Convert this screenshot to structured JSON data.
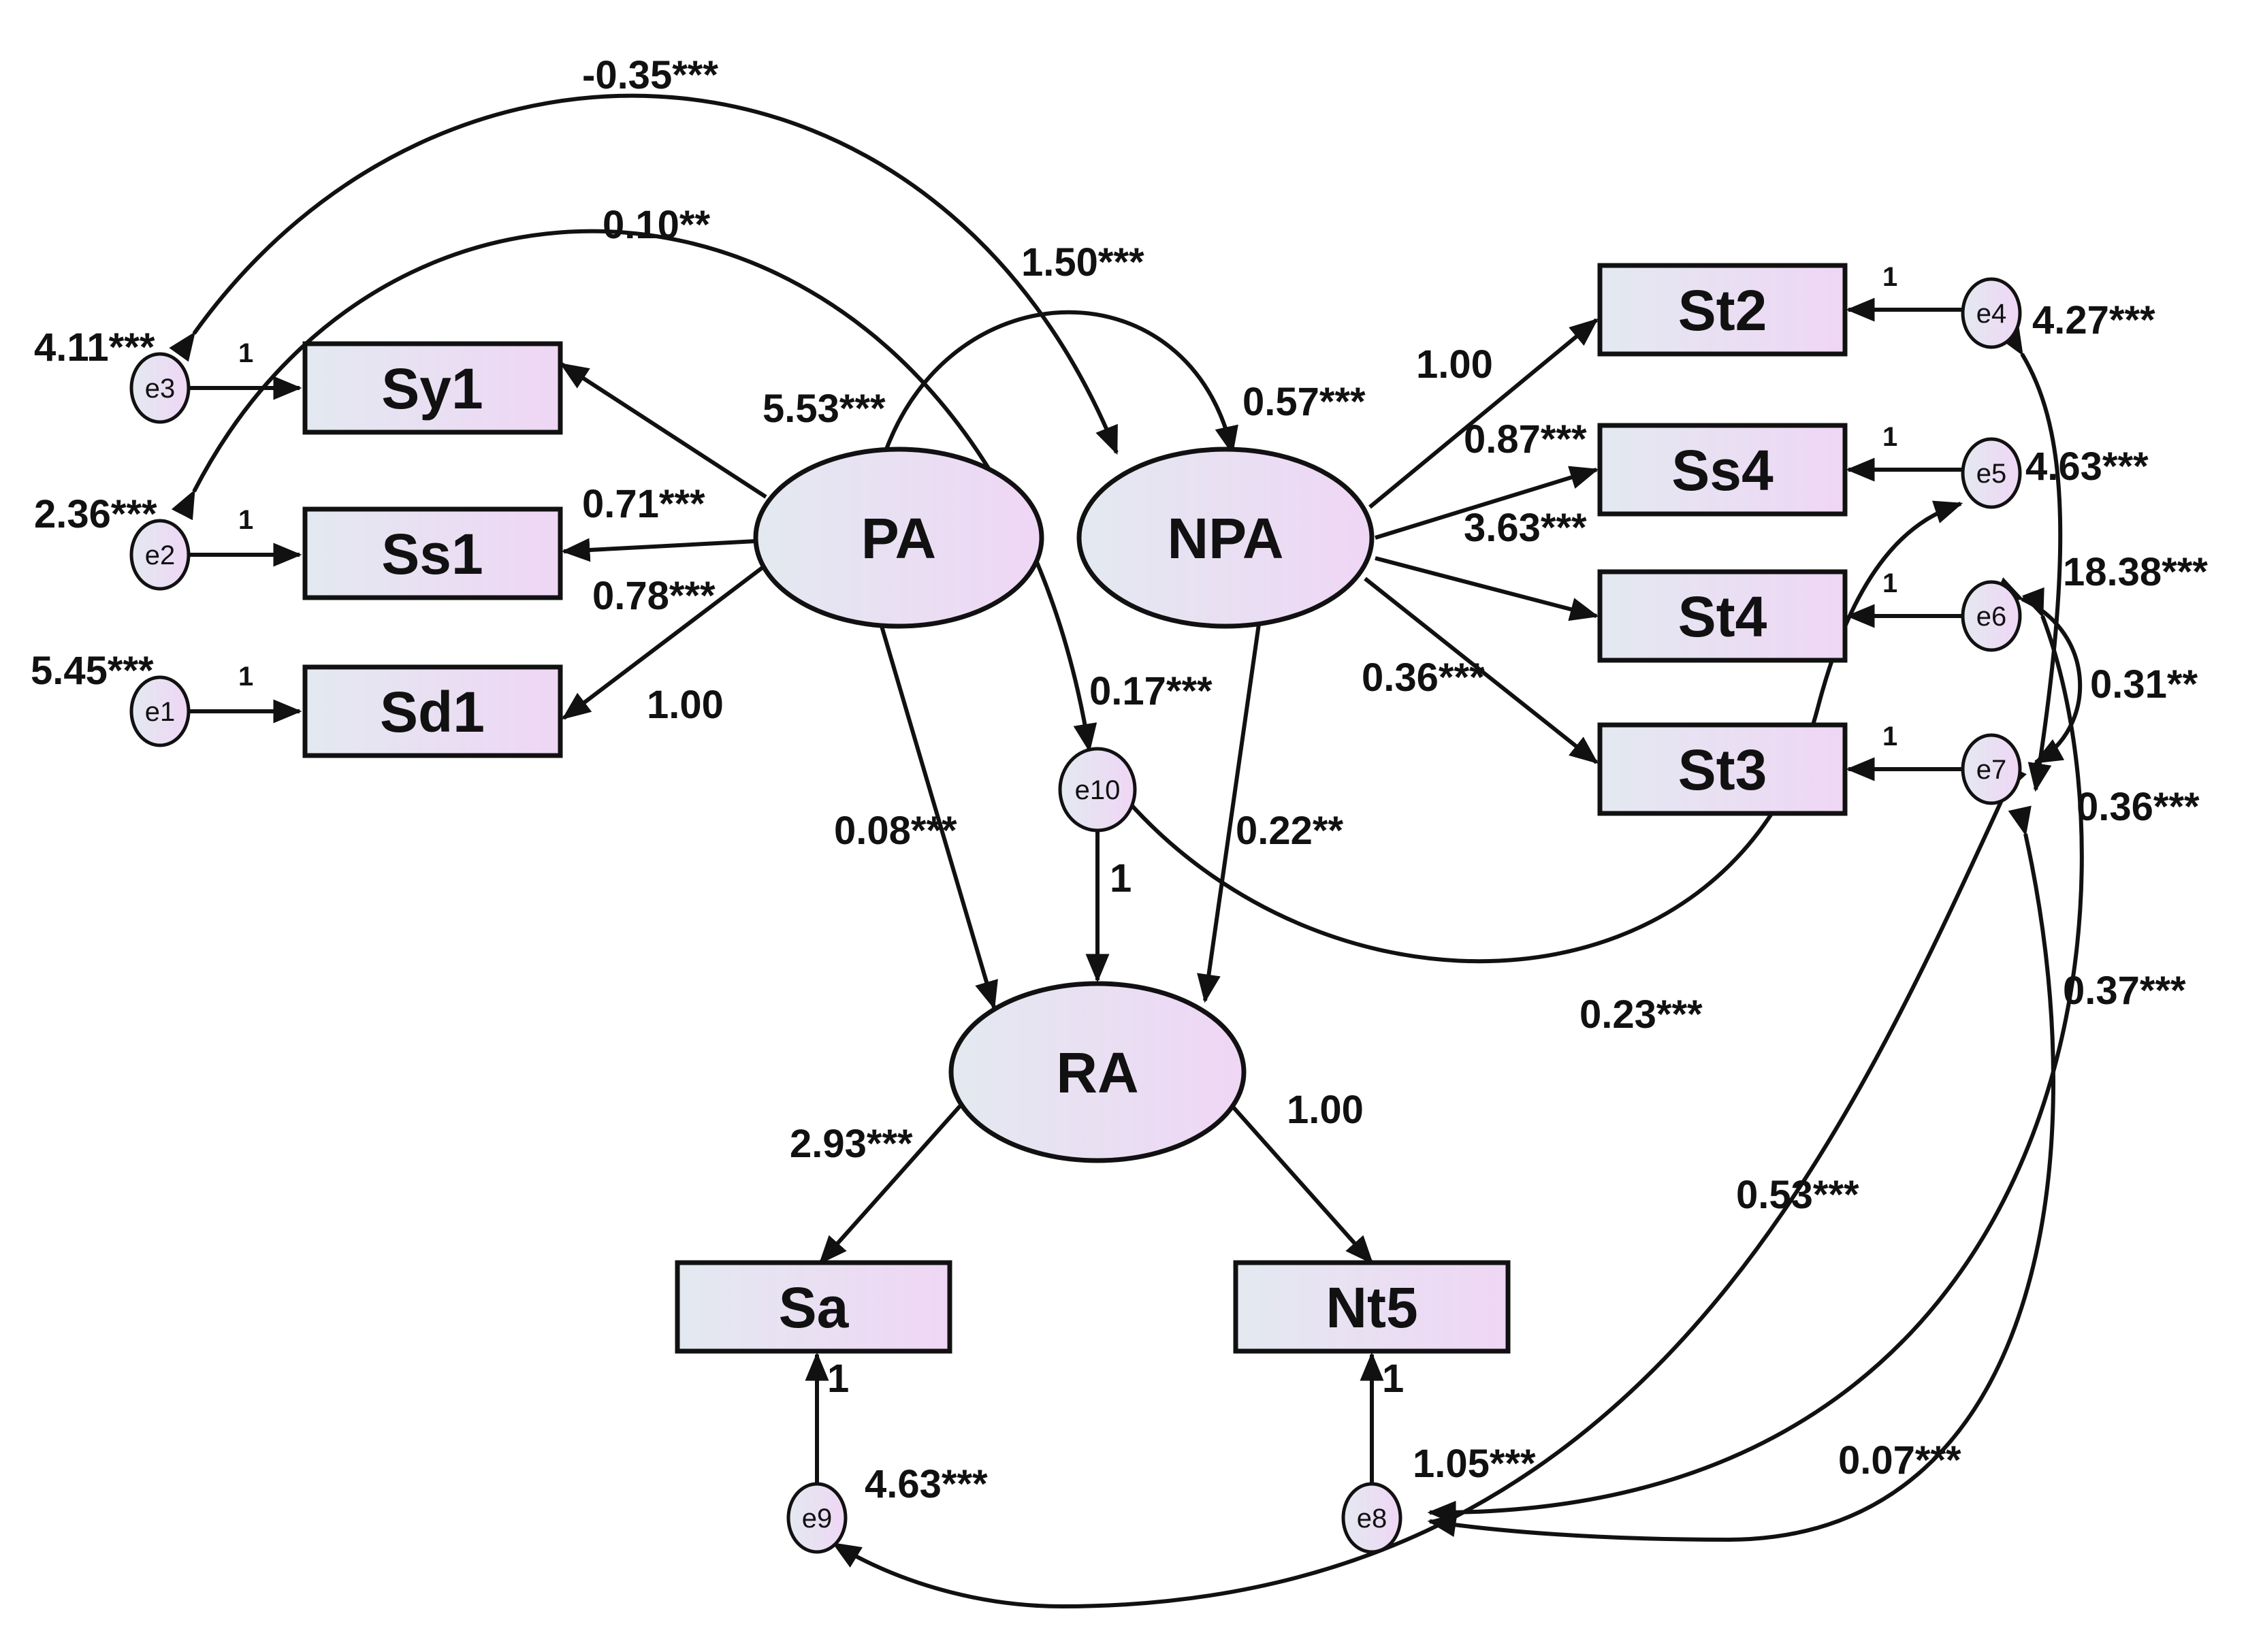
{
  "nodes": {
    "Sy1": "Sy1",
    "Ss1": "Ss1",
    "Sd1": "Sd1",
    "PA": "PA",
    "NPA": "NPA",
    "RA": "RA",
    "St2": "St2",
    "Ss4": "Ss4",
    "St4": "St4",
    "St3": "St3",
    "Sa": "Sa",
    "Nt5": "Nt5",
    "e1": "e1",
    "e2": "e2",
    "e3": "e3",
    "e4": "e4",
    "e5": "e5",
    "e6": "e6",
    "e7": "e7",
    "e8": "e8",
    "e9": "e9",
    "e10": "e10"
  },
  "coefficients": {
    "cov_e3_npa": "-0.35***",
    "cov_e2_e10": "0.10**",
    "cov_pa_npa": "1.50***",
    "var_e3": "4.11***",
    "var_e2": "2.36***",
    "var_e1": "5.45***",
    "var_pa": "5.53***",
    "var_npa": "0.57***",
    "pa_sy1": "0.71***",
    "pa_ss1": "0.78***",
    "pa_sd1": "1.00",
    "npa_st2": "1.00",
    "npa_ss4": "0.87***",
    "npa_st4": "3.63***",
    "npa_st3": "0.36***",
    "var_e4": "4.27***",
    "var_e5": "4.63***",
    "cov_e4_e7": "18.38***",
    "cov_e6_e7": "0.31**",
    "var_e7": "0.36***",
    "var_e10": "0.17***",
    "pa_ra": "0.08***",
    "npa_ra": "0.22**",
    "cov_e10_e5": "0.23***",
    "cov_e6_e8": "0.37***",
    "cov_e7_e9": "0.53***",
    "cov_e7_e8": "0.07***",
    "ra_sa": "2.93***",
    "ra_nt5": "1.00",
    "var_e9": "4.63***",
    "var_e8": "1.05***"
  },
  "fixed_one": "1",
  "colors": {
    "node_fill_start": "#e3e9f0",
    "node_fill_end": "#efd6f5",
    "stroke": "#111111"
  }
}
